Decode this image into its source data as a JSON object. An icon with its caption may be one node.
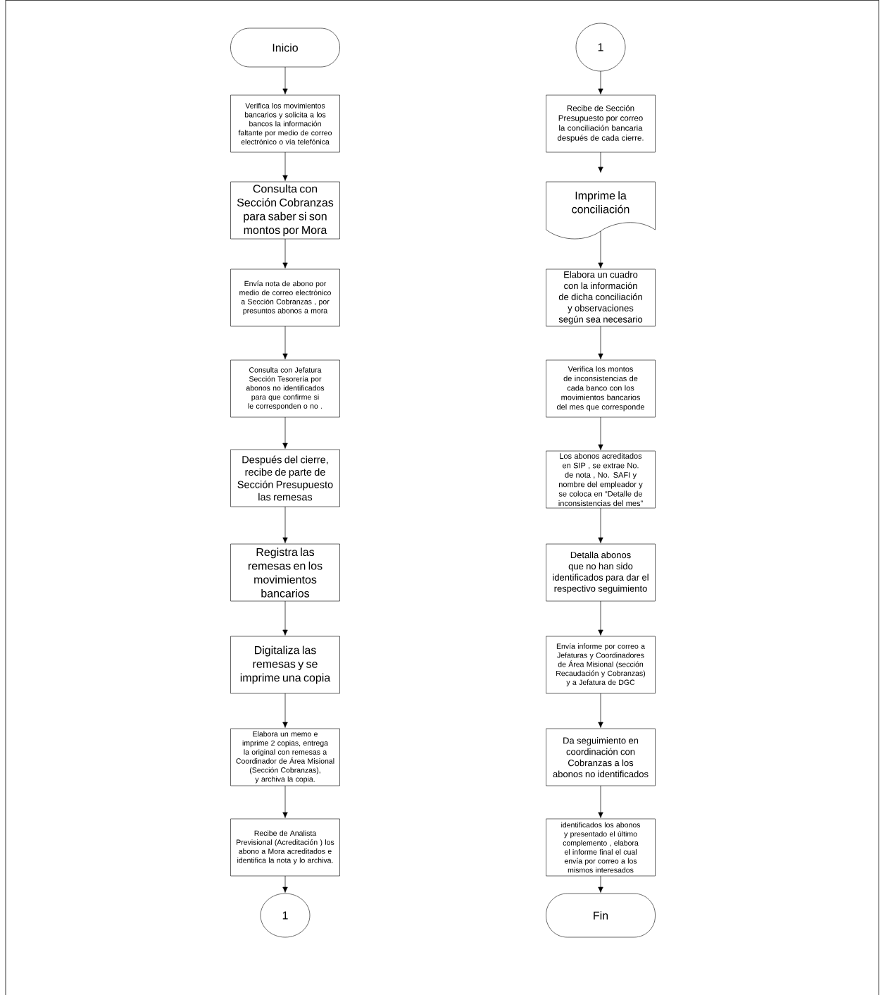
{
  "diagram": {
    "nodes": [
      {
        "text": [
          "Inicio"
        ]
      },
      {
        "text": [
          "Verifica los movimientos bancarios y solicita a los bancos la información faltante por medio de correo electrónico o vía telefónica"
        ]
      },
      {
        "text": [
          "Consulta con Sección Cobranzas para saber si son montos por Mora"
        ]
      },
      {
        "text": [
          "Envía nota de abono por medio de correo electrónico a Sección Cobranzas , por presuntos abonos a mora"
        ]
      },
      {
        "text": [
          "Consulta con Jefatura Sección Tesorería por abonos no identificados para que confirme si le corresponden o no ."
        ]
      },
      {
        "text": [
          "Después del cierre, recibe de parte de Sección Presupuesto las remesas"
        ]
      },
      {
        "text": [
          "Registra las remesas en los movimientos bancarios"
        ]
      },
      {
        "text": [
          "Digitaliza las remesas y se imprime una copia"
        ]
      },
      {
        "text": [
          "Elabora un memo e imprime 2 copias, entrega la original con remesas a Coordinador de Área Misional (Sección Cobranzas), y archiva la copia."
        ]
      },
      {
        "text": [
          "Recibe de Analista Previsional (Acreditación ) los abono a Mora acreditados e identifica la nota y lo archiva."
        ]
      },
      {
        "text": [
          "1"
        ]
      },
      {
        "text": [
          "1"
        ]
      },
      {
        "text": [
          "Recibe de Sección Presupuesto por correo la conciliación bancaria después de cada cierre."
        ]
      },
      {
        "text": [
          "Imprime la conciliación"
        ]
      },
      {
        "text": [
          "Elabora un cuadro con la información de dicha conciliación y observaciones según sea necesario"
        ]
      },
      {
        "text": [
          "Verifica los montos de inconsistencias de cada banco con los movimientos bancarios del mes que corresponde"
        ]
      },
      {
        "text": [
          "Los abonos acreditados en SIP , se extrae No. de nota , No. SAFI y nombre del empleador y se coloca en “Detalle de inconsistencias del mes”"
        ]
      },
      {
        "text": [
          "Detalla abonos que no han sido identificados para dar el respectivo seguimiento"
        ]
      },
      {
        "text": [
          "Envía informe por correo a Jefaturas y Coordinadores de Área Misional (sección Recaudación y Cobranzas) y a Jefatura de DGC"
        ]
      },
      {
        "text": [
          "Da seguimiento en coordinación con Cobranzas a los abonos no identificados"
        ]
      },
      {
        "text": [
          "identificados los abonos y presentado el último complemento , elabora el informe final el cual envía por correo a los mismos interesados"
        ]
      },
      {
        "text": [
          "Fin"
        ]
      }
    ],
    "edges": [
      {
        "from": 0,
        "to": 1,
        "arrow": "to"
      },
      {
        "from": 1,
        "to": 2,
        "arrow": "to"
      },
      {
        "from": 2,
        "to": 3,
        "arrow": "to"
      },
      {
        "from": 3,
        "to": 4,
        "arrow": "to"
      },
      {
        "from": 4,
        "to": 5,
        "arrow": "to"
      },
      {
        "from": 5,
        "to": 6,
        "arrow": "to"
      },
      {
        "from": 6,
        "to": 7,
        "arrow": "to"
      },
      {
        "from": 7,
        "to": 8,
        "arrow": "to"
      },
      {
        "from": 8,
        "to": 9,
        "arrow": "to"
      },
      {
        "from": 9,
        "to": 10,
        "arrow": "to"
      },
      {
        "from": 11,
        "to": 12,
        "arrow": "to"
      },
      {
        "from": 12,
        "to": 13,
        "arrow": "to"
      },
      {
        "from": 13,
        "to": 14,
        "arrow": "to"
      },
      {
        "from": 14,
        "to": 15,
        "arrow": "to"
      },
      {
        "from": 15,
        "to": 16,
        "arrow": "to"
      },
      {
        "from": 16,
        "to": 17,
        "arrow": "to"
      },
      {
        "from": 17,
        "to": 18,
        "arrow": "to"
      },
      {
        "from": 18,
        "to": 19,
        "arrow": "to"
      },
      {
        "from": 19,
        "to": 20,
        "arrow": "to"
      },
      {
        "from": 20,
        "to": 21,
        "arrow": "to"
      }
    ]
  }
}
